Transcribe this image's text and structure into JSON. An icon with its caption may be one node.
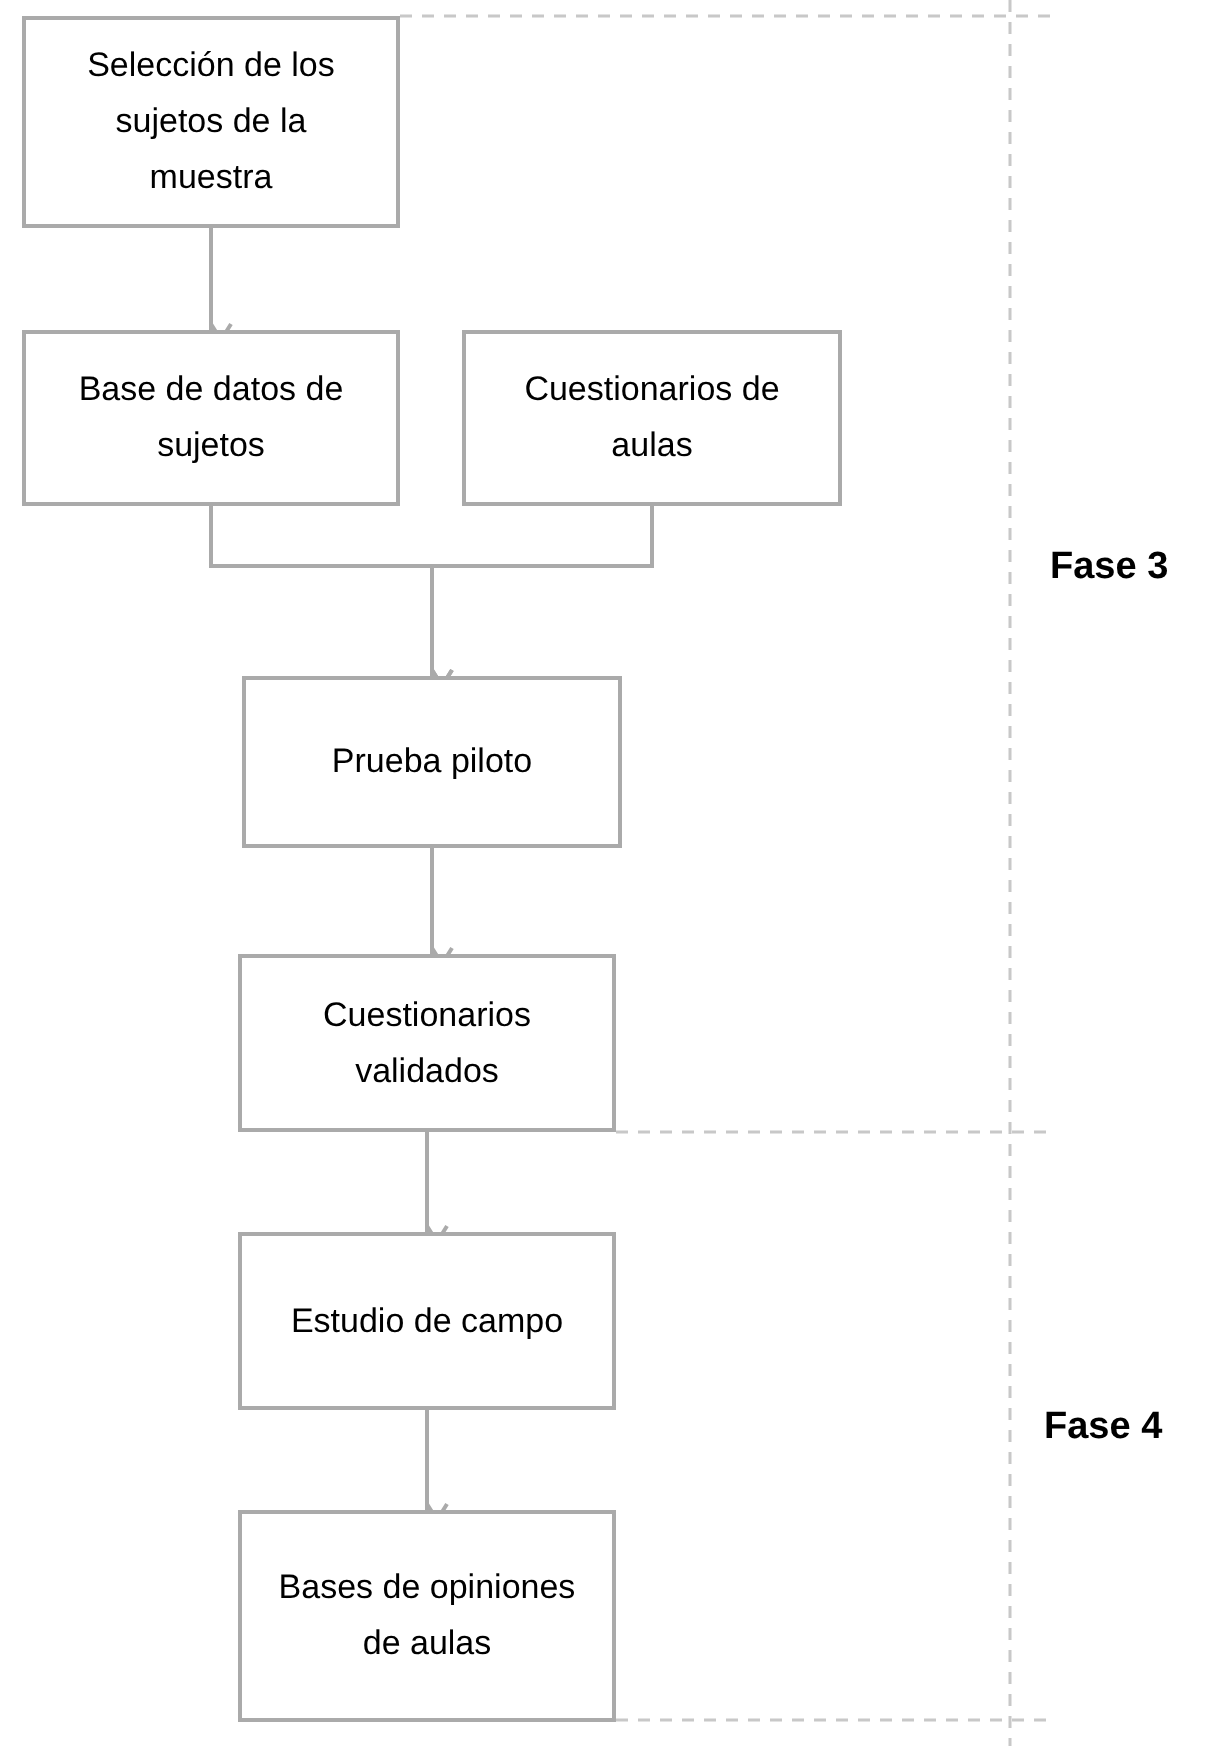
{
  "diagram": {
    "nodes": [
      {
        "text": [
          "Selección de los sujetos de la muestra"
        ]
      },
      {
        "text": [
          "Base de datos de sujetos"
        ]
      },
      {
        "text": [
          "Cuestionarios de aulas"
        ]
      },
      {
        "text": [
          "Prueba piloto"
        ]
      },
      {
        "text": [
          "Cuestionarios validados"
        ]
      },
      {
        "text": [
          "Estudio de campo"
        ]
      },
      {
        "text": [
          "Bases de opiniones de aulas"
        ]
      }
    ],
    "edges": [
      {
        "from": 0,
        "to": 1,
        "arrow": "to"
      },
      {
        "from": 1,
        "to": 3,
        "arrow": "to"
      },
      {
        "from": 2,
        "to": 3,
        "arrow": "to"
      },
      {
        "from": 3,
        "to": 4,
        "arrow": "to"
      },
      {
        "from": 4,
        "to": 5,
        "arrow": "to"
      },
      {
        "from": 5,
        "to": 6,
        "arrow": "to"
      }
    ],
    "labels": [
      "Fase 3",
      "Fase 4"
    ]
  }
}
